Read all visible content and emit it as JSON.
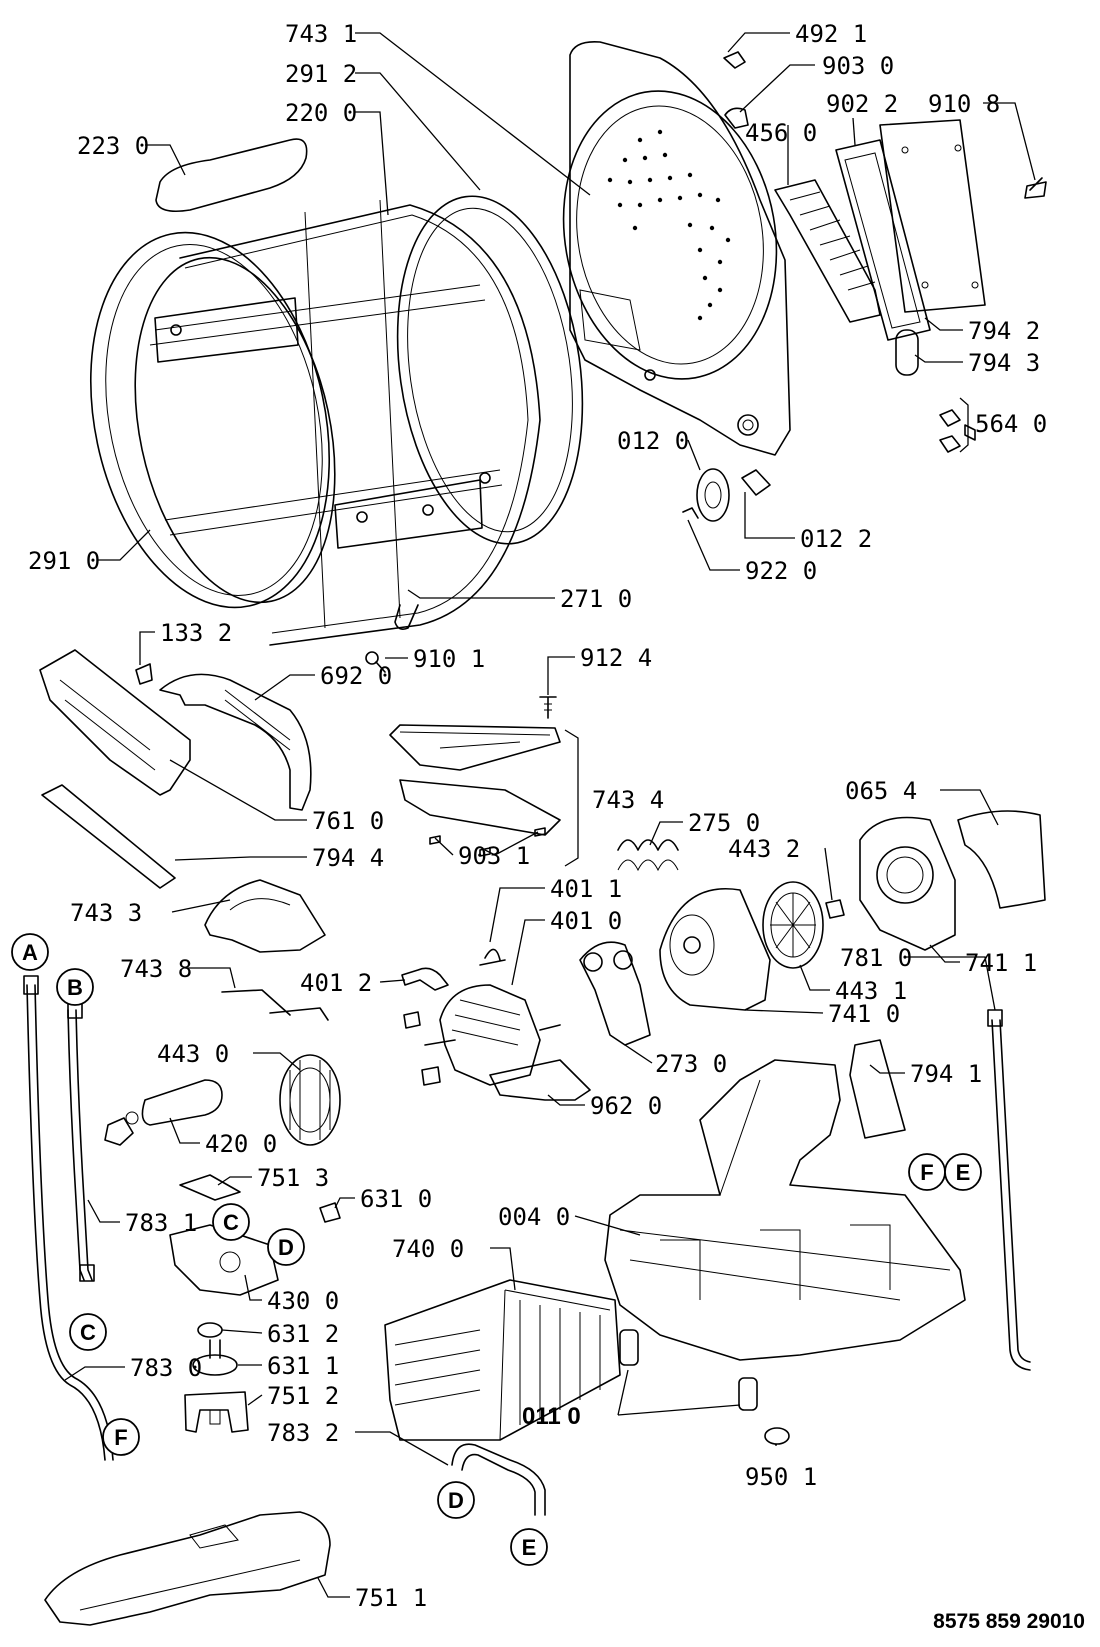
{
  "document_number": "8575 859 29010",
  "parts": {
    "p7431": "743 1",
    "p2912": "291 2",
    "p2200": "220 0",
    "p2230": "223 0",
    "p2910": "291 0",
    "p2710": "271 0",
    "p4921": "492 1",
    "p9030": "903 0",
    "p9022": "902 2",
    "p9108": "910 8",
    "p4560": "456 0",
    "p7942": "794 2",
    "p7943": "794 3",
    "p5640": "564 0",
    "p0120": "012 0",
    "p0122": "012 2",
    "p9220": "922 0",
    "p1332": "133 2",
    "p9101": "910 1",
    "p6920": "692 0",
    "p9124": "912 4",
    "p7610": "761 0",
    "p7944": "794 4",
    "p7434": "743 4",
    "p2750": "275 0",
    "p9031": "903 1",
    "p0654": "065 4",
    "p4432": "443 2",
    "p7433": "743 3",
    "p4011": "401 1",
    "p4010": "401 0",
    "p7438": "743 8",
    "p4012": "401 2",
    "p4431": "443 1",
    "p7411": "741 1",
    "p7810": "781 0",
    "p7410": "741 0",
    "p4430": "443 0",
    "p2730": "273 0",
    "p7941": "794 1",
    "p9620": "962 0",
    "p4200": "420 0",
    "p7513": "751 3",
    "p6310": "631 0",
    "p7831": "783 1",
    "p0040": "004 0",
    "p7400": "740 0",
    "p4300": "430 0",
    "p6312": "631 2",
    "p6311": "631 1",
    "p7830": "783 0",
    "p7512": "751 2",
    "p0110": "011 0",
    "p7832": "783 2",
    "p9501": "950 1",
    "p7511": "751 1"
  },
  "connectors": {
    "A": "A",
    "B": "B",
    "C": "C",
    "D": "D",
    "E": "E",
    "F": "F"
  }
}
